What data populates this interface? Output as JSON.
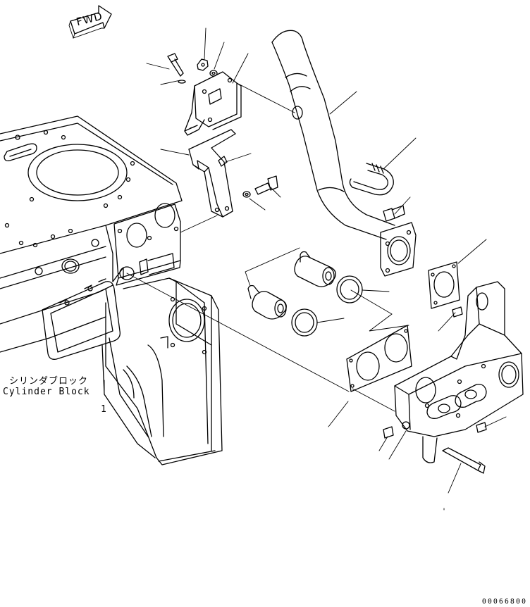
{
  "direction_marker": {
    "text": "FWD",
    "icon": "forward-arrow-icon"
  },
  "callouts": {
    "cylinder_block_jp": "シリンダブロック",
    "cylinder_block_en": "Cylinder Block",
    "item_number": "1"
  },
  "drawing_number": "00066800"
}
